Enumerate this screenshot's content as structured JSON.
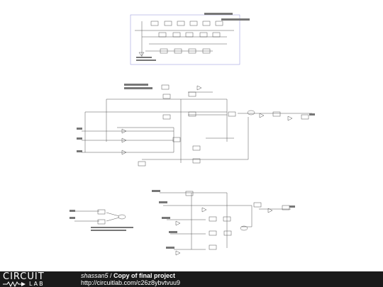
{
  "footer": {
    "logo_top": "CIRCUIT",
    "logo_bottom": "LAB",
    "username": "shassan5",
    "separator": " / ",
    "project_title": "Copy of final project",
    "url": "http://circuitlab.com/c26z8ybvtvuu9"
  },
  "colors": {
    "footer_bg": "#1a1a1a",
    "wire": "#333333",
    "frame": "#8a8ad8",
    "label_text": "#444444"
  }
}
